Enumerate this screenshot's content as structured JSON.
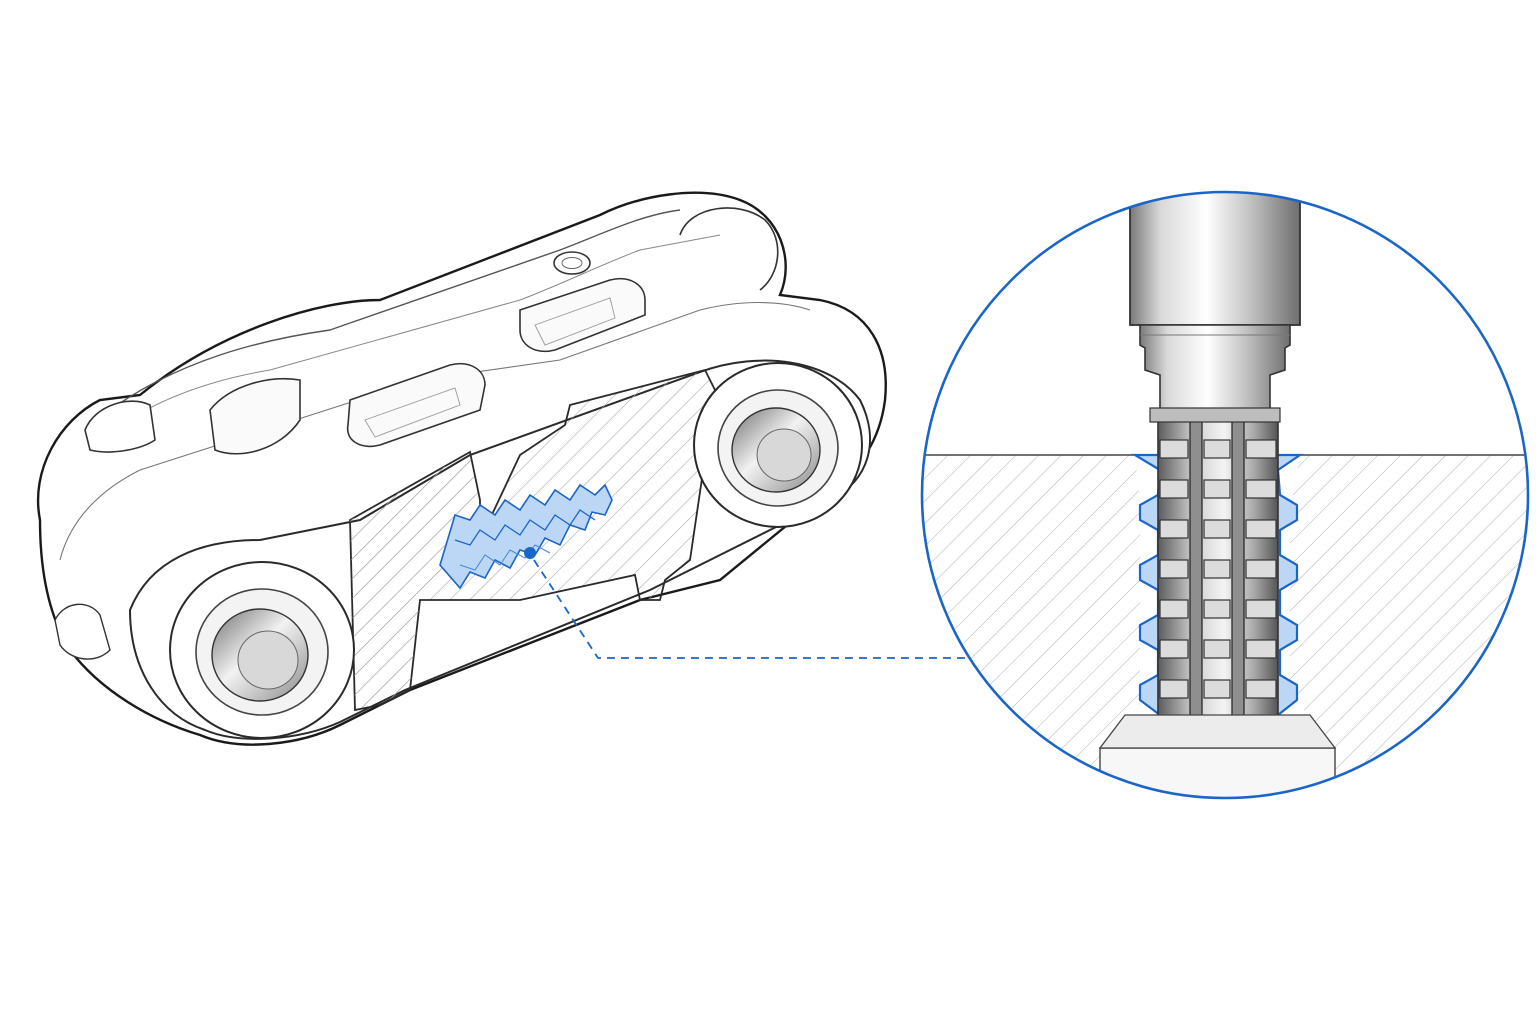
{
  "figure": {
    "title": "",
    "labels": []
  },
  "colors": {
    "background": "#ffffff",
    "outline": "#1a1a1a",
    "sketch": "#6b6b6b",
    "hatch": "#9a9a9a",
    "highlight": "#1a66c8",
    "highlight_fill": "#bcd6f5",
    "metal_light": "#e8e8e8",
    "metal_dark": "#6e6e6e"
  },
  "parts": {
    "main_view": "track-link-cutaway",
    "detail_view": "threaded-insert-detail",
    "leader": "dashed-leader-line"
  }
}
